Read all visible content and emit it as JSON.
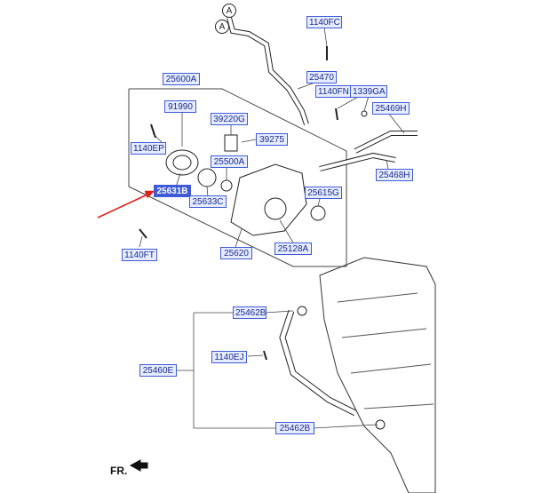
{
  "labels": {
    "p1140FC": "1140FC",
    "p25470": "25470",
    "p1140FN": "1140FN",
    "p1339GA": "1339GA",
    "p25469H": "25469H",
    "p25468H": "25468H",
    "p25600A": "25600A",
    "p91990": "91990",
    "p1140EP": "1140EP",
    "p39220G": "39220G",
    "p39275": "39275",
    "p25500A": "25500A",
    "p25631B": "25631B",
    "p25633C": "25633C",
    "p25615G": "25615G",
    "p25128A": "25128A",
    "p25620": "25620",
    "p1140FT": "1140FT",
    "p25462B_top": "25462B",
    "p1140EJ": "1140EJ",
    "p25460E": "25460E",
    "p25462B_bottom": "25462B"
  },
  "callout_A_top": "A",
  "callout_A_mid": "A",
  "direction_label": "FR.",
  "colors": {
    "label_fill": "#e6ecff",
    "label_border": "#3f5bd6",
    "highlight_fill": "#3f5bd6",
    "pointer_arrow": "#e0201a"
  },
  "highlighted_part": "25631B"
}
